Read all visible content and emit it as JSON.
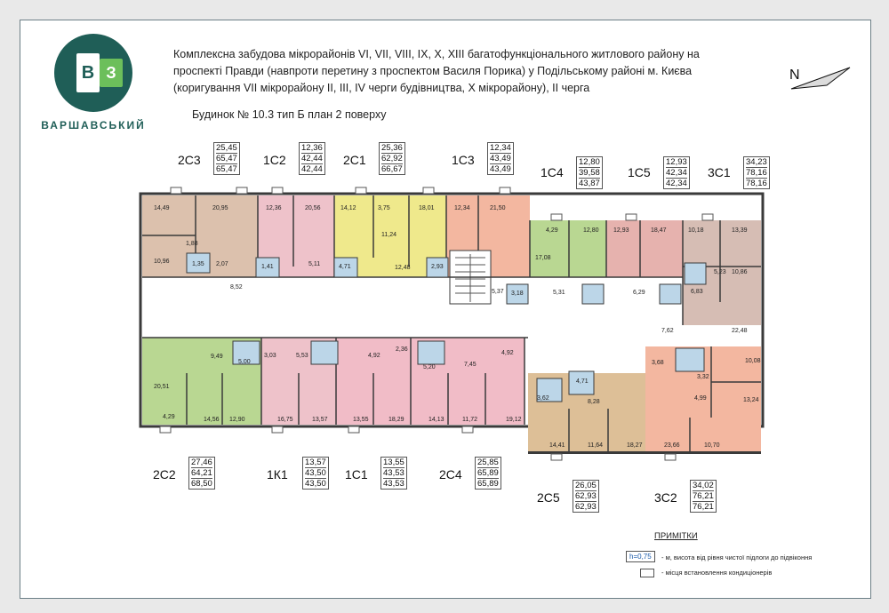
{
  "logo": {
    "text": "ВАРШАВСЬКИЙ",
    "letters": "ВЗ"
  },
  "header": {
    "line1": "Комплексна забудова мікрорайонів VI, VII, VIII, IX, X, XIII багатофункціонального житлового району на",
    "line2": "проспекті Правди (навпроти перетину з проспектом Василя Порика) у Подільському районі м. Києва",
    "line3": "(коригування VII мікрорайону II, III, IV черги будівництва, X мікрорайону), II черга",
    "building": "Будинок № 10.3   тип Б   план 2 поверху"
  },
  "north_label": "N",
  "units_top": [
    {
      "code": "2С3",
      "a": "25,45",
      "b": "65,47",
      "c": "65,47"
    },
    {
      "code": "1С2",
      "a": "12,36",
      "b": "42,44",
      "c": "42,44"
    },
    {
      "code": "2С1",
      "a": "25,36",
      "b": "62,92",
      "c": "66,67"
    },
    {
      "code": "1С3",
      "a": "12,34",
      "b": "43,49",
      "c": "43,49"
    },
    {
      "code": "1С4",
      "a": "12,80",
      "b": "39,58",
      "c": "43,87"
    },
    {
      "code": "1С5",
      "a": "12,93",
      "b": "42,34",
      "c": "42,34"
    },
    {
      "code": "3С1",
      "a": "34,23",
      "b": "78,16",
      "c": "78,16"
    }
  ],
  "units_bottom": [
    {
      "code": "2С2",
      "a": "27,46",
      "b": "64,21",
      "c": "68,50"
    },
    {
      "code": "1К1",
      "a": "13,57",
      "b": "43,50",
      "c": "43,50"
    },
    {
      "code": "1С1",
      "a": "13,55",
      "b": "43,53",
      "c": "43,53"
    },
    {
      "code": "2С4",
      "a": "25,85",
      "b": "65,89",
      "c": "65,89"
    },
    {
      "code": "2С5",
      "a": "26,05",
      "b": "62,93",
      "c": "62,93"
    },
    {
      "code": "3С2",
      "a": "34,02",
      "b": "76,21",
      "c": "76,21"
    }
  ],
  "room_areas": [
    "14,49",
    "20,95",
    "1,88",
    "10,96",
    "1,35",
    "2,07",
    "8,52",
    "12,36",
    "20,56",
    "1,41",
    "5,11",
    "14,12",
    "3,75",
    "18,01",
    "11,24",
    "4,71",
    "12,48",
    "2,93",
    "12,34",
    "21,50",
    "5,37",
    "3,18",
    "4,29",
    "12,80",
    "17,08",
    "5,31",
    "12,93",
    "18,47",
    "6,29",
    "10,18",
    "13,39",
    "5,23",
    "10,86",
    "6,83",
    "22,48",
    "7,62",
    "20,51",
    "4,29",
    "9,49",
    "5,00",
    "14,56",
    "12,90",
    "3,03",
    "5,53",
    "16,75",
    "13,57",
    "4,92",
    "2,36",
    "13,55",
    "18,29",
    "5,20",
    "7,45",
    "4,92",
    "14,13",
    "11,72",
    "19,12",
    "3,62",
    "4,71",
    "8,28",
    "14,41",
    "11,64",
    "18,27",
    "3,68",
    "3,32",
    "4,99",
    "10,08",
    "13,24",
    "23,66",
    "10,70"
  ],
  "colors": {
    "2C3": "#dcc1ad",
    "1C2": "#eec2ca",
    "2C1": "#efe98c",
    "1C3": "#f3b7a0",
    "1C4": "#b9d792",
    "1C5": "#e6b2ae",
    "3C1": "#d6bdb4",
    "2C2": "#b9d792",
    "1K1": "#eec2ca",
    "1C1": "#f1bcc7",
    "2C4": "#f1bcc7",
    "2C5": "#ddbf97",
    "3C2": "#f3b7a0",
    "corridor": "#ffffff",
    "wall": "#3a3a3a"
  },
  "legend": {
    "title": "ПРИМІТКИ",
    "height_tag": "h=0,75",
    "height_text": "- м, висота від рівня чистої підлоги до підвіконня",
    "ac_text": "- місця встановлення кондиціонерів"
  }
}
